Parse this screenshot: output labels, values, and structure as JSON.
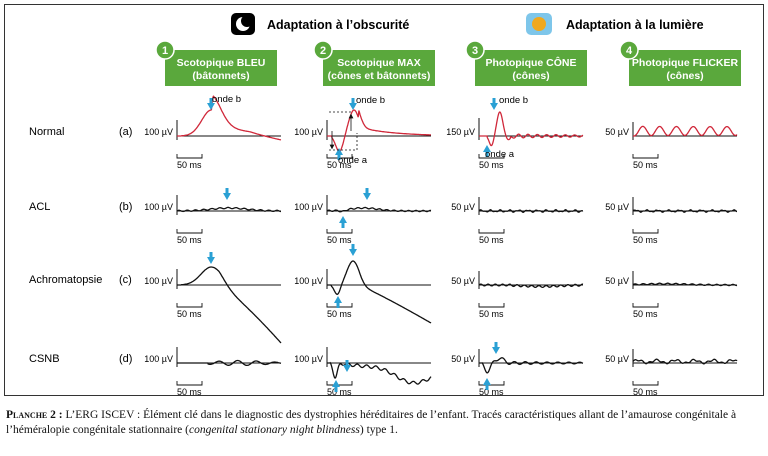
{
  "header": {
    "dark_title": "Adaptation à l’obscurité",
    "light_title": "Adaptation à la lumière",
    "dark_icon": "moon-icon",
    "light_icon": "sun-icon"
  },
  "columns": [
    {
      "number": "1",
      "title": "Scotopique BLEU",
      "subtitle": "(bâtonnets)"
    },
    {
      "number": "2",
      "title": "Scotopique MAX",
      "subtitle": "(cônes et bâtonnets)"
    },
    {
      "number": "3",
      "title": "Photopique CÔNE",
      "subtitle": "(cônes)"
    },
    {
      "number": "4",
      "title": "Photopique FLICKER",
      "subtitle": "(cônes)"
    }
  ],
  "rows": [
    {
      "name": "Normal",
      "letter": "(a)"
    },
    {
      "name": "ACL",
      "letter": "(b)"
    },
    {
      "name": "Achromatopsie",
      "letter": "(c)"
    },
    {
      "name": "CSNB",
      "letter": "(d)"
    }
  ],
  "scales": {
    "uv100": "100 µV",
    "uv150": "150 µV",
    "uv50": "50 µV",
    "ms50": "50 ms"
  },
  "annotations": {
    "onde_b": "onde b",
    "onde_a": "onde a"
  },
  "colors": {
    "green_box": "#5aa83c",
    "normal_trace": "#d0283a",
    "pathology_trace": "#111111",
    "arrow": "#2aa0d4"
  },
  "caption": {
    "title": "Planche 2 :",
    "text_before": " L’ERG ISCEV : Élément clé dans le diagnostic des dystrophies héréditaires de l’enfant. Tracés caractéristiques allant de l’amaurose congénitale à l’héméralopie congénitale stationnaire (",
    "italic": "congenital stationary night blindness",
    "text_after": ") type 1."
  }
}
